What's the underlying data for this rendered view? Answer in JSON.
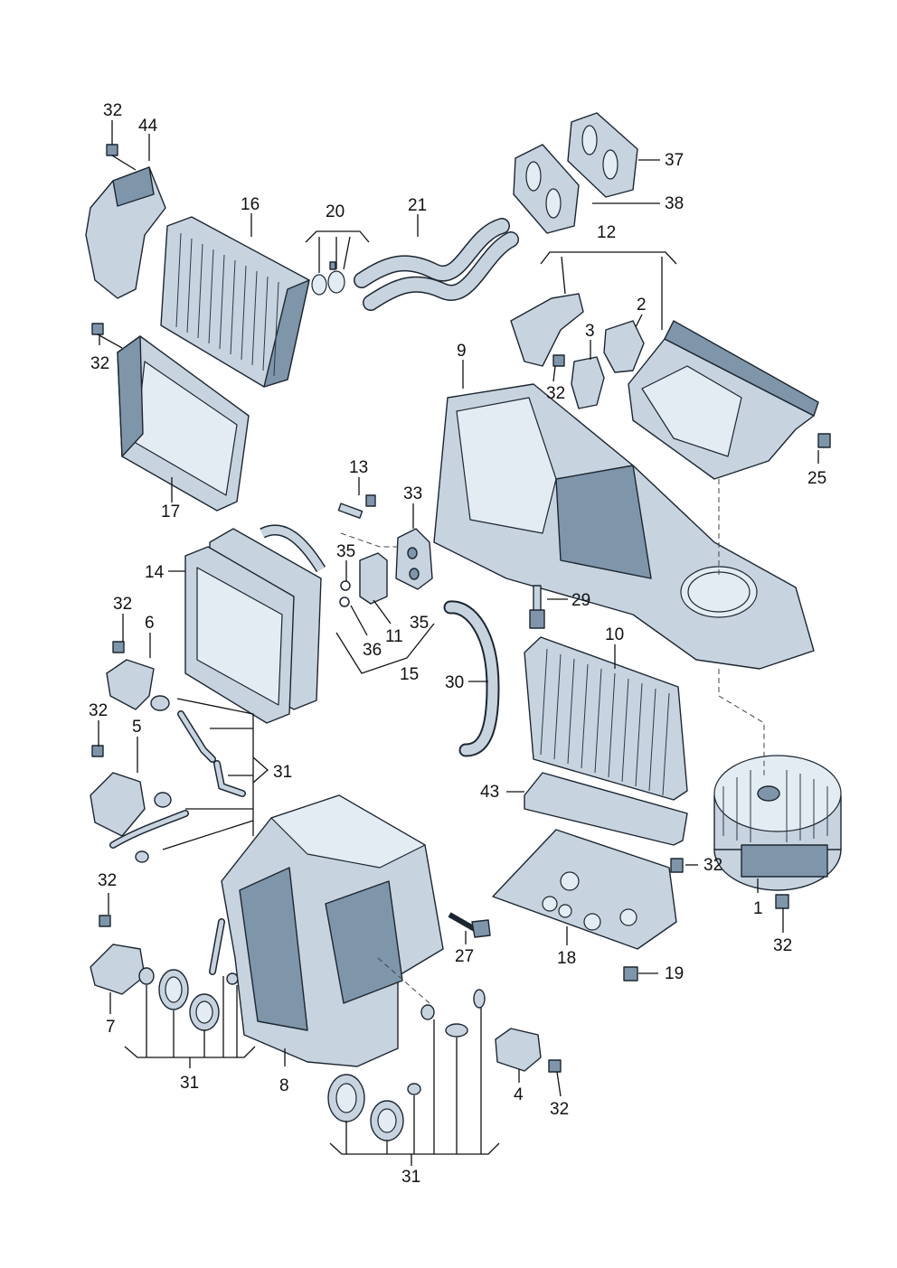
{
  "callouts": {
    "c1": "1",
    "c2": "2",
    "c3": "3",
    "c4": "4",
    "c5": "5",
    "c6": "6",
    "c7": "7",
    "c8": "8",
    "c9": "9",
    "c10": "10",
    "c11": "11",
    "c12": "12",
    "c13": "13",
    "c14": "14",
    "c15": "15",
    "c16": "16",
    "c17": "17",
    "c18": "18",
    "c19": "19",
    "c20": "20",
    "c21": "21",
    "c25": "25",
    "c27": "27",
    "c29": "29",
    "c30": "30",
    "c31": "31",
    "c32": "32",
    "c33": "33",
    "c35": "35",
    "c36": "36",
    "c37": "37",
    "c38": "38",
    "c43": "43",
    "c44": "44"
  },
  "colors": {
    "part_fill": "#c7d4e0",
    "part_shade": "#7f95aa",
    "line": "#1c2630"
  }
}
